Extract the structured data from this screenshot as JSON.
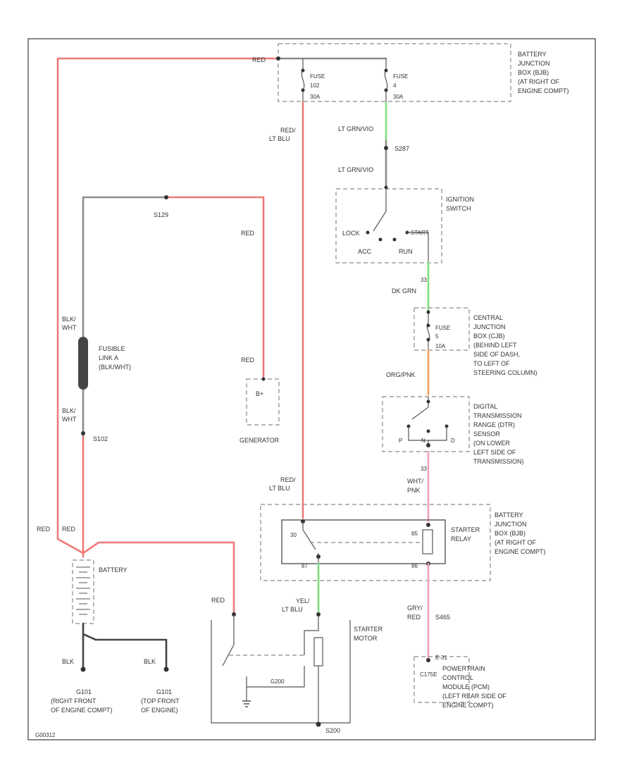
{
  "colors": {
    "red_wire": "#f07878",
    "gray_wire": "#8c8c8c",
    "dark_wire": "#444444",
    "green_wire": "#7fe07f",
    "orange_wire": "#f0a060",
    "pink_wire": "#f0a0c0",
    "frame": "#555555"
  },
  "bjb_top": {
    "title": [
      "BATTERY",
      "JUNCTION",
      "BOX (BJB)",
      "(AT RIGHT OF",
      "ENGINE COMPT)"
    ],
    "fuse_left": [
      "FUSE",
      "102",
      "30A"
    ],
    "fuse_right": [
      "FUSE",
      "4",
      "30A"
    ]
  },
  "wires": {
    "red_top": "RED",
    "red_lt_blu_top": [
      "RED/",
      "LT BLU"
    ],
    "lt_grn_vio_1": "LT GRN/VIO",
    "splice_s287": "S287",
    "lt_grn_vio_2": "LT GRN/VIO",
    "s129": "S129",
    "red_gen": "RED",
    "red_gen_2": "RED",
    "blk_wht_top": [
      "BLK/",
      "WHT"
    ],
    "blk_wht_bot": [
      "BLK/",
      "WHT"
    ],
    "s102": "S102",
    "red_left_1": "RED",
    "red_left_2": "RED",
    "dk_grn": [
      "33",
      "DK GRN"
    ],
    "org_pnk": "ORG/PNK",
    "wht_pnk": [
      "33",
      "WHT/",
      "PNK"
    ],
    "red_lt_blu_mid": [
      "RED/",
      "LT BLU"
    ],
    "yel_lt_blu": [
      "YEL/",
      "LT BLU"
    ],
    "red_starter": "RED",
    "gry_red": [
      "GRY/",
      "RED"
    ],
    "s465": "S465",
    "blk_1": "BLK",
    "blk_2": "BLK",
    "s200": "S200"
  },
  "ignition_switch": {
    "title": [
      "IGNITION",
      "SWITCH"
    ],
    "lock": "LOCK",
    "acc": "ACC",
    "run": "RUN",
    "start": "START"
  },
  "fusible_link": {
    "title": [
      "FUSIBLE",
      "LINK A",
      "(BLK/WHT)"
    ]
  },
  "generator": {
    "terminal": "B+",
    "title": "GENERATOR"
  },
  "cjb": {
    "title": [
      "CENTRAL",
      "JUNCTION",
      "BOX (CJB)",
      "(BEHIND LEFT",
      "SIDE OF DASH,",
      "TO LEFT OF",
      "STEERING COLUMN)"
    ],
    "fuse": [
      "FUSE",
      "5",
      "10A"
    ]
  },
  "dtr": {
    "title": [
      "DIGITAL",
      "TRANSMISSION",
      "RANGE (DTR)",
      "SENSOR",
      "(ON LOWER",
      "LEFT SIDE OF",
      "TRANSMISSION)"
    ],
    "terms": [
      "P",
      "N",
      "D"
    ]
  },
  "bjb_mid": {
    "title": [
      "BATTERY",
      "JUNCTION",
      "BOX (BJB)",
      "(AT RIGHT OF",
      "ENGINE COMPT)"
    ],
    "relay": [
      "STARTER",
      "RELAY"
    ],
    "pins": [
      "30",
      "87",
      "85",
      "86"
    ]
  },
  "battery": {
    "title": "BATTERY"
  },
  "starter": {
    "title": [
      "STARTER",
      "MOTOR"
    ],
    "s_label": "G200"
  },
  "grounds": {
    "left": [
      "G101",
      "(RIGHT FRONT",
      "OF ENGINE COMPT)"
    ],
    "right": [
      "G101",
      "(TOP FRONT",
      "OF ENGINE)"
    ]
  },
  "pcm": {
    "title": [
      "POWERTRAIN",
      "CONTROL",
      "MODULE (PCM)",
      "(LEFT REAR SIDE OF",
      "ENGINE COMPT)"
    ],
    "pin": "E-31",
    "id": "C175E"
  },
  "footer": "G00312"
}
